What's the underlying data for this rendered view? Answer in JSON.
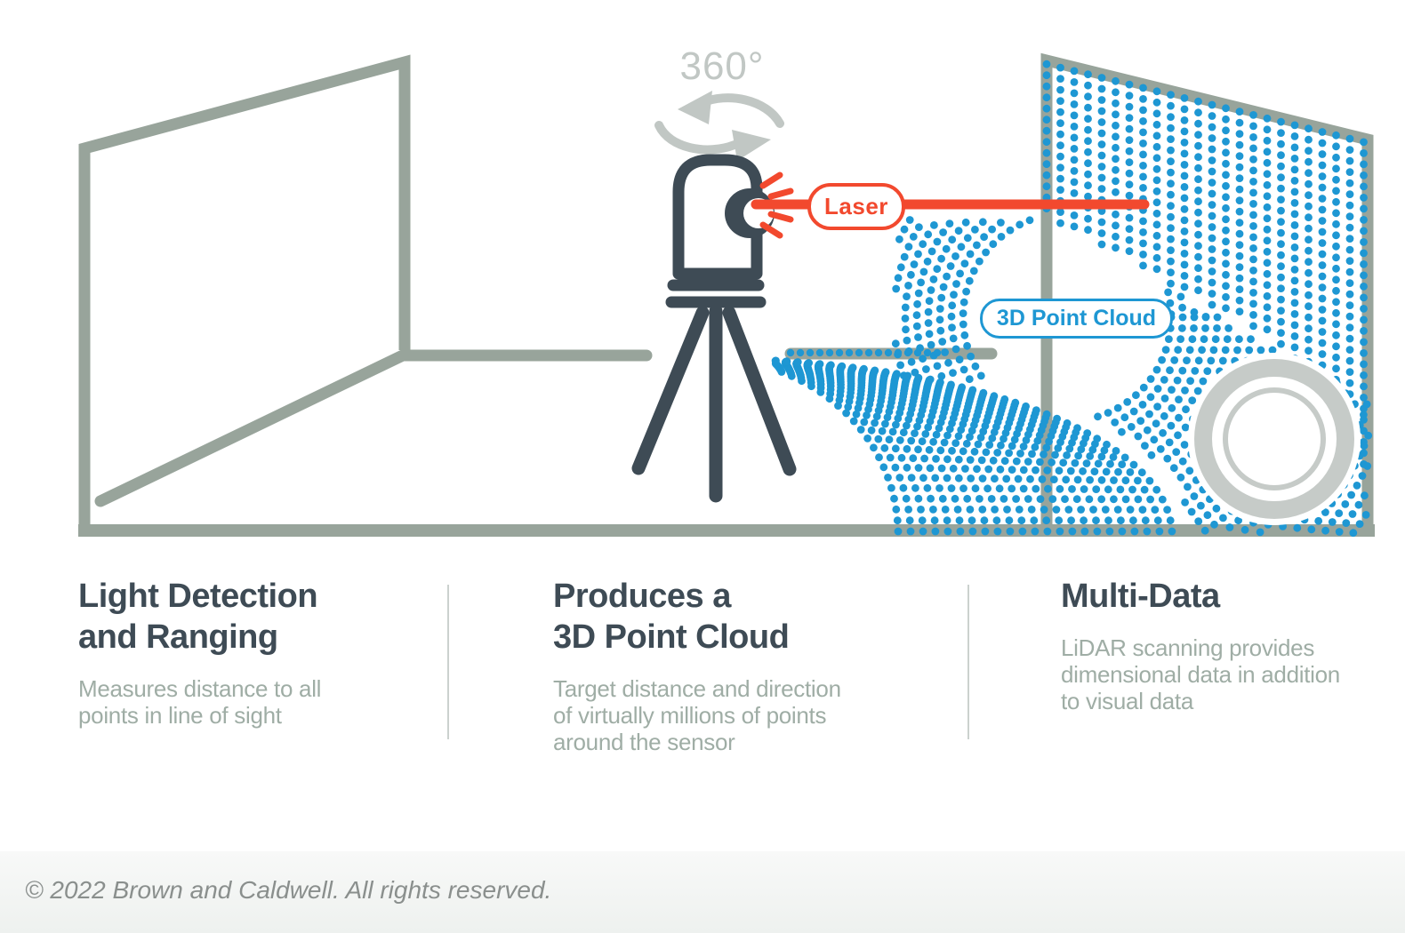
{
  "diagram": {
    "rotation_label": "360°",
    "laser_label": "Laser",
    "point_cloud_label": "3D Point Cloud"
  },
  "columns": [
    {
      "heading": "Light Detection\nand Ranging",
      "body": "Measures distance to all\npoints in line of sight"
    },
    {
      "heading": "Produces a\n3D Point Cloud",
      "body": "Target distance and direction\nof virtually millions of points\naround the sensor"
    },
    {
      "heading": "Multi-Data",
      "body": "LiDAR scanning provides\ndimensional data in addition\nto visual data"
    }
  ],
  "footer": {
    "copyright": "© 2022 Brown and Caldwell. All rights reserved."
  },
  "colors": {
    "room_line": "#98A49B",
    "dark_slate": "#3E4B55",
    "point_blue": "#1E97D3",
    "laser_red": "#F2492E",
    "muted_gray": "#C1C7C4",
    "body_text": "#9FADA5",
    "ring_gray": "#C6CBC8",
    "divider": "#CBD1CE",
    "copyright_text": "#8A8F8D"
  }
}
